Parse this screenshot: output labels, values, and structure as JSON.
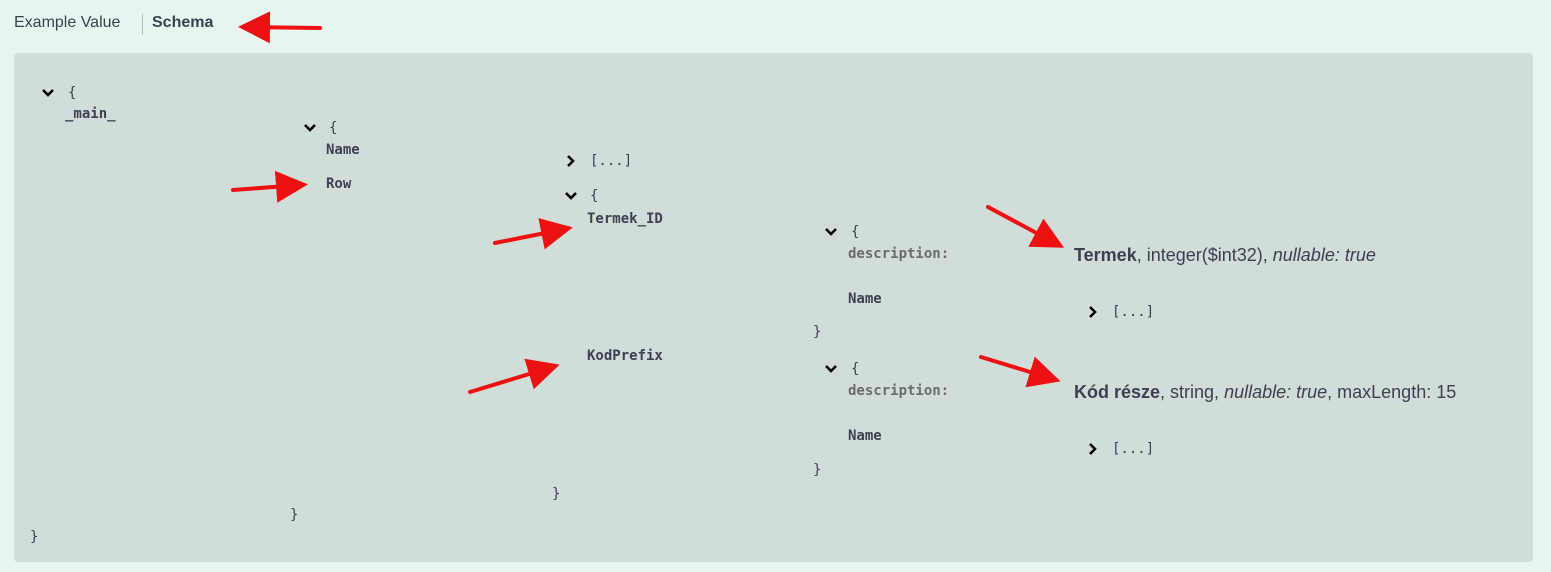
{
  "tabs": {
    "example_value": "Example Value",
    "schema": "Schema"
  },
  "schema": {
    "open_brace": "{",
    "close_brace": "}",
    "collapsed_array": "[...]",
    "root_name": "_main_",
    "level1": {
      "name_prop": "Name",
      "row_prop": "Row"
    },
    "level2": {
      "termek_id": "Termek_ID",
      "kodprefix": "KodPrefix"
    },
    "level3": {
      "description_key": "description:",
      "name_prop": "Name"
    },
    "termek_desc": {
      "title": "Termek",
      "type": ", integer($int32), ",
      "nullable": "nullable: true"
    },
    "kod_desc": {
      "title": "Kód része",
      "type": ", string, ",
      "nullable": "nullable: true",
      "max": ", maxLength: 15"
    }
  },
  "colors": {
    "annotation_arrow": "#ee1111",
    "panel": "#d1ddd8",
    "background": "#e6f5ee"
  }
}
